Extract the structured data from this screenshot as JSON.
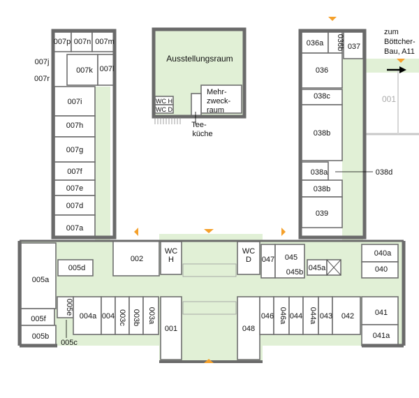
{
  "colors": {
    "corridor": "#e1f0d6",
    "wall": "#6e6e6e",
    "entrance_marker": "#f5a02a",
    "arrow": "#000000"
  },
  "left_wing": {
    "r007p": "007p",
    "r007n": "007n",
    "r007m": "007m",
    "r007j": "007j",
    "r007r": "007r",
    "r007k": "007k",
    "r007l": "007l",
    "r007i": "007i",
    "r007h": "007h",
    "r007g": "007g",
    "r007f": "007f",
    "r007e": "007e",
    "r007d": "007d",
    "r007a": "007a"
  },
  "annex": {
    "exhibition": "Ausstellungsraum",
    "multi1": "Mehr-",
    "multi2": "zweck-",
    "multi3": "raum",
    "wc_h": "WC H",
    "wc_d": "WC D",
    "tea1": "Tee-",
    "tea2": "küche"
  },
  "right_wing": {
    "r036a": "036a",
    "r036b": "036b",
    "r037": "037",
    "r036": "036",
    "r038c": "038c",
    "r038b1": "038b",
    "r038a": "038a",
    "r038d": "038d",
    "r038b2": "038b",
    "r039": "039"
  },
  "neighbor": {
    "label1": "zum",
    "label2": "Böttcher-",
    "label3": "Bau, A11",
    "room": "001"
  },
  "main": {
    "r005a": "005a",
    "r005d": "005d",
    "r002": "002",
    "wch1": "WC",
    "wch2": "H",
    "wcd1": "WC",
    "wcd2": "D",
    "r047": "047",
    "r045": "045",
    "r045b": "045b",
    "r045a": "045a",
    "r040a": "040a",
    "r040": "040",
    "r005f": "005f",
    "r005b": "005b",
    "r005e": "005e",
    "r005c": "005c",
    "r004a": "004a",
    "r004": "004",
    "r003c": "003c",
    "r003b": "003b",
    "r003a": "003a",
    "r001": "001",
    "r048": "048",
    "r046": "046",
    "r046a": "046a",
    "r044": "044",
    "r044a": "044a",
    "r043": "043",
    "r042": "042",
    "r041": "041",
    "r041a": "041a"
  }
}
